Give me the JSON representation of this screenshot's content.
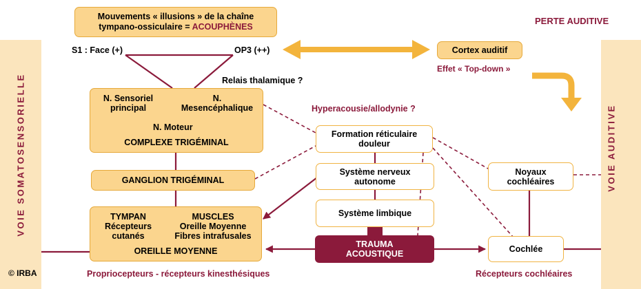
{
  "vertical_labels": {
    "left": "VOIE SOMATOSENSORIELLE",
    "right": "VOIE AUDITIVE"
  },
  "header": {
    "acouphenes_line1": "Mouvements « illusions » de la chaîne",
    "acouphenes_line2": "tympano-ossiculaire = ",
    "acouphenes_word": "ACOUPHÈNES",
    "perte_auditive": "PERTE AUDITIVE"
  },
  "labels": {
    "s1": "S1 : Face (+)",
    "op3": "OP3 (++)",
    "relais": "Relais thalamique ?",
    "hyperacousie": "Hyperacousie/allodynie ?",
    "top_down": "Effet « Top-down »",
    "proprio": "Propriocepteurs - récepteurs kinesthésiques",
    "recepteurs_cochleaires": "Récepteurs cochléaires",
    "copyright": "© IRBA"
  },
  "nodes": {
    "cortex": "Cortex auditif",
    "n_sensoriel_1": "N. Sensoriel",
    "n_sensoriel_2": "principal",
    "n_mesen_1": "N.",
    "n_mesen_2": "Mesencéphalique",
    "n_moteur": "N. Moteur",
    "complexe": "COMPLEXE TRIGÉMINAL",
    "ganglion": "GANGLION TRIGÉMINAL",
    "tympan_1": "TYMPAN",
    "tympan_2": "Récepteurs",
    "tympan_3": "cutanés",
    "muscles_1": "MUSCLES",
    "muscles_2": "Oreille Moyenne",
    "muscles_3": "Fibres intrafusales",
    "oreille": "OREILLE MOYENNE",
    "formation_1": "Formation réticulaire",
    "formation_2": "douleur",
    "systeme_nerveux_1": "Système nerveux",
    "systeme_nerveux_2": "autonome",
    "limbique": "Système limbique",
    "trauma_1": "TRAUMA",
    "trauma_2": "ACOUSTIQUE",
    "noyaux_1": "Noyaux",
    "noyaux_2": "cochléaires",
    "cochlee": "Cochlée"
  },
  "colors": {
    "band": "#fbe5bd",
    "orange_box": "#fbd58e",
    "border": "#e6a93a",
    "accent": "#8b1a3b",
    "arrow_yellow": "#f3b43c"
  }
}
